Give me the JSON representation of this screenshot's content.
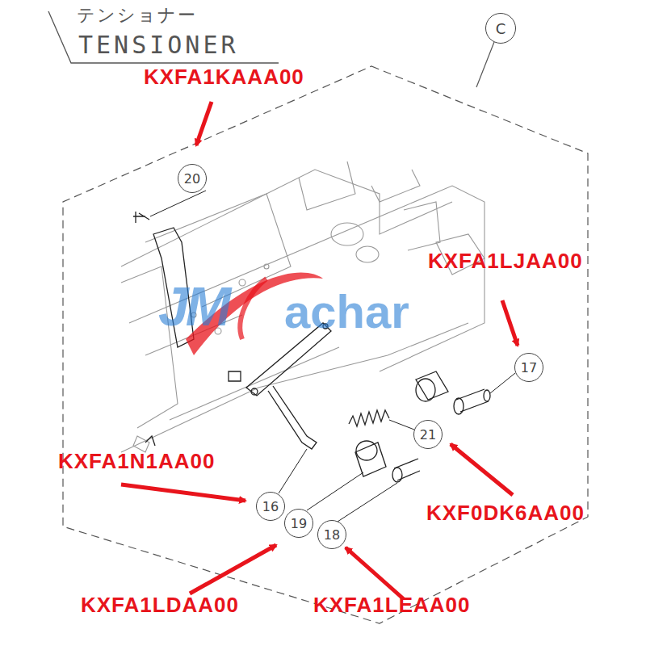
{
  "diagram": {
    "nodes": [
      {
        "text": [
          "C"
        ]
      },
      {
        "text": [
          "20"
        ]
      },
      {
        "text": [
          "17"
        ]
      },
      {
        "text": [
          "21"
        ]
      },
      {
        "text": [
          "16"
        ]
      },
      {
        "text": [
          "19"
        ]
      },
      {
        "text": [
          "18"
        ]
      }
    ],
    "labels": [
      "テンショナー",
      "TENSIONER",
      "KXFA1KAAA00",
      "KXFA1LJAA00",
      "KXFA1N1AA00",
      "KXF0DK6AA00",
      "KXFA1LDAA00",
      "KXFA1LEAA00",
      "JM",
      "achar"
    ]
  }
}
